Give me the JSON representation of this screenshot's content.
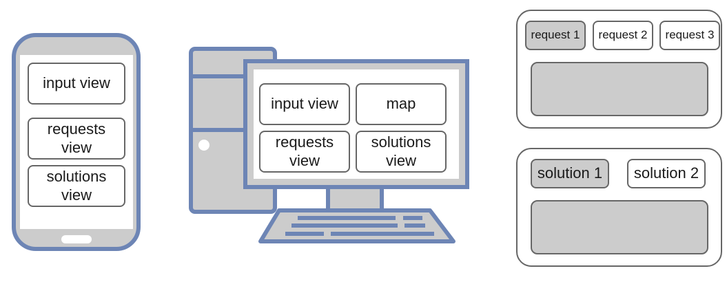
{
  "colors": {
    "device_frame": "#6d85b5",
    "device_fill": "#cccccc",
    "box_border": "#666666",
    "selected_fill": "#cccccc"
  },
  "icons": [
    "smartphone-icon",
    "desktop-computer-icon",
    "keyboard-icon"
  ],
  "phone": {
    "views": [
      "input view",
      "requests\nview",
      "solutions\nview"
    ]
  },
  "desktop": {
    "views": [
      "input view",
      "map",
      "requests\nview",
      "solutions\nview"
    ]
  },
  "requests_panel": {
    "tabs": [
      "request 1",
      "request 2",
      "request 3"
    ],
    "selected_tab": "request 1"
  },
  "solutions_panel": {
    "tabs": [
      "solution 1",
      "solution 2"
    ],
    "selected_tab": "solution 1"
  }
}
